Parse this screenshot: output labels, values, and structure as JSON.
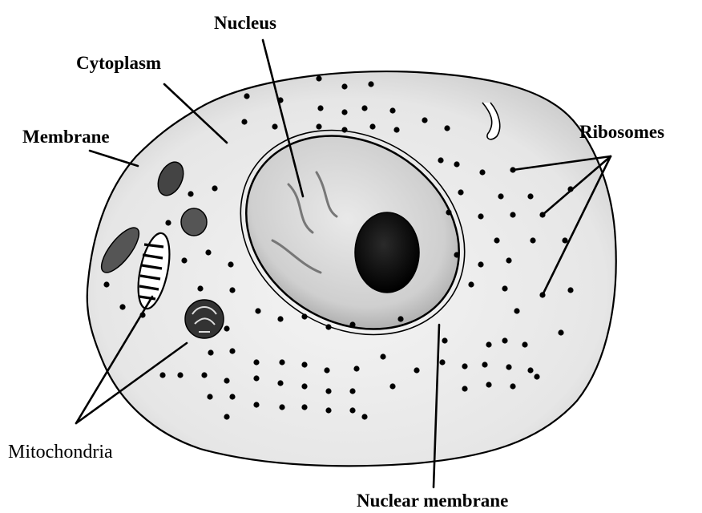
{
  "labels": {
    "nucleus": "Nucleus",
    "cytoplasm": "Cytoplasm",
    "membrane": "Membrane",
    "ribosomes": "Ribosomes",
    "mitochondria": "Mitochondria",
    "nuclear_membrane": "Nuclear membrane"
  },
  "colors": {
    "ink": "#000000",
    "background": "#ffffff",
    "cell_fill": "#ededed",
    "nucleus_fill": "#dcdcdc",
    "nucleolus_fill": "#111111"
  }
}
